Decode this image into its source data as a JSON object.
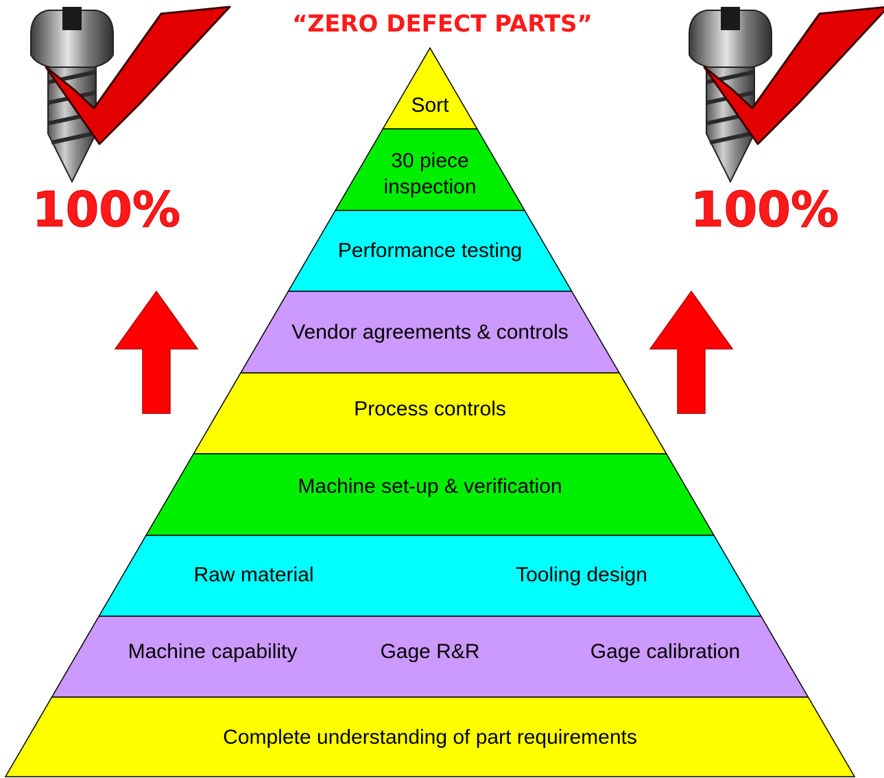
{
  "title": "“ZERO DEFECT PARTS”",
  "badges": {
    "left": {
      "percent": "100%",
      "icon": "screw-checkmark-icon"
    },
    "right": {
      "percent": "100%",
      "icon": "screw-checkmark-icon"
    }
  },
  "arrows": {
    "left": "up-arrow-icon",
    "right": "up-arrow-icon"
  },
  "colors": {
    "title": "#ff1a1a",
    "yellow": "#ffff00",
    "green": "#00ee00",
    "cyan": "#00ffff",
    "purple": "#cc99ff",
    "arrow": "#ff0000",
    "check": "#e30000"
  },
  "pyramid": {
    "tiers": [
      {
        "fill": "yellow",
        "labels": [
          "Sort"
        ]
      },
      {
        "fill": "green",
        "labels": [
          "30 piece",
          "inspection"
        ]
      },
      {
        "fill": "cyan",
        "labels": [
          "Performance testing"
        ]
      },
      {
        "fill": "purple",
        "labels": [
          "Vendor agreements & controls"
        ]
      },
      {
        "fill": "yellow",
        "labels": [
          "Process controls"
        ]
      },
      {
        "fill": "green",
        "labels": [
          "Machine set-up & verification"
        ]
      },
      {
        "fill": "cyan",
        "labels": [
          "Raw material",
          "Tooling design"
        ]
      },
      {
        "fill": "purple",
        "labels": [
          "Machine capability",
          "Gage R&R",
          "Gage calibration"
        ]
      },
      {
        "fill": "yellow",
        "labels": [
          "Complete understanding of part requirements"
        ]
      }
    ]
  }
}
